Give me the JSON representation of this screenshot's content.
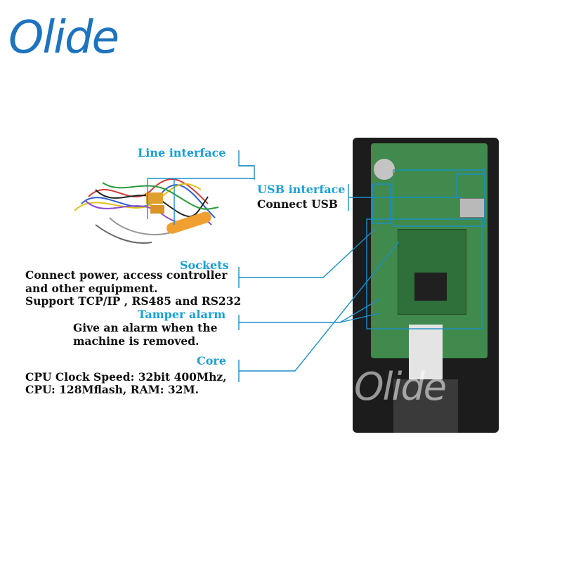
{
  "brand": {
    "logo_text": "Olide",
    "watermark_text": "Olide",
    "color": "#1e73be"
  },
  "callouts": {
    "line_interface": {
      "title": "Line interface"
    },
    "usb_interface": {
      "title": "USB interface",
      "text": "Connect USB"
    },
    "sockets": {
      "title": "Sockets",
      "lines": [
        "Connect power, access controller",
        "and other equipment.",
        "Support TCP/IP , RS485 and RS232"
      ]
    },
    "tamper_alarm": {
      "title": "Tamper alarm",
      "lines": [
        "Give an alarm when the",
        "machine is removed."
      ]
    },
    "core": {
      "title": "Core",
      "lines": [
        "CPU Clock Speed: 32bit 400Mhz,",
        "CPU: 128Mflash, RAM: 32M."
      ]
    }
  },
  "colors": {
    "callout_title": "#1a9fd6",
    "leader_line": "#1a8fc8",
    "body_text": "#111111"
  }
}
